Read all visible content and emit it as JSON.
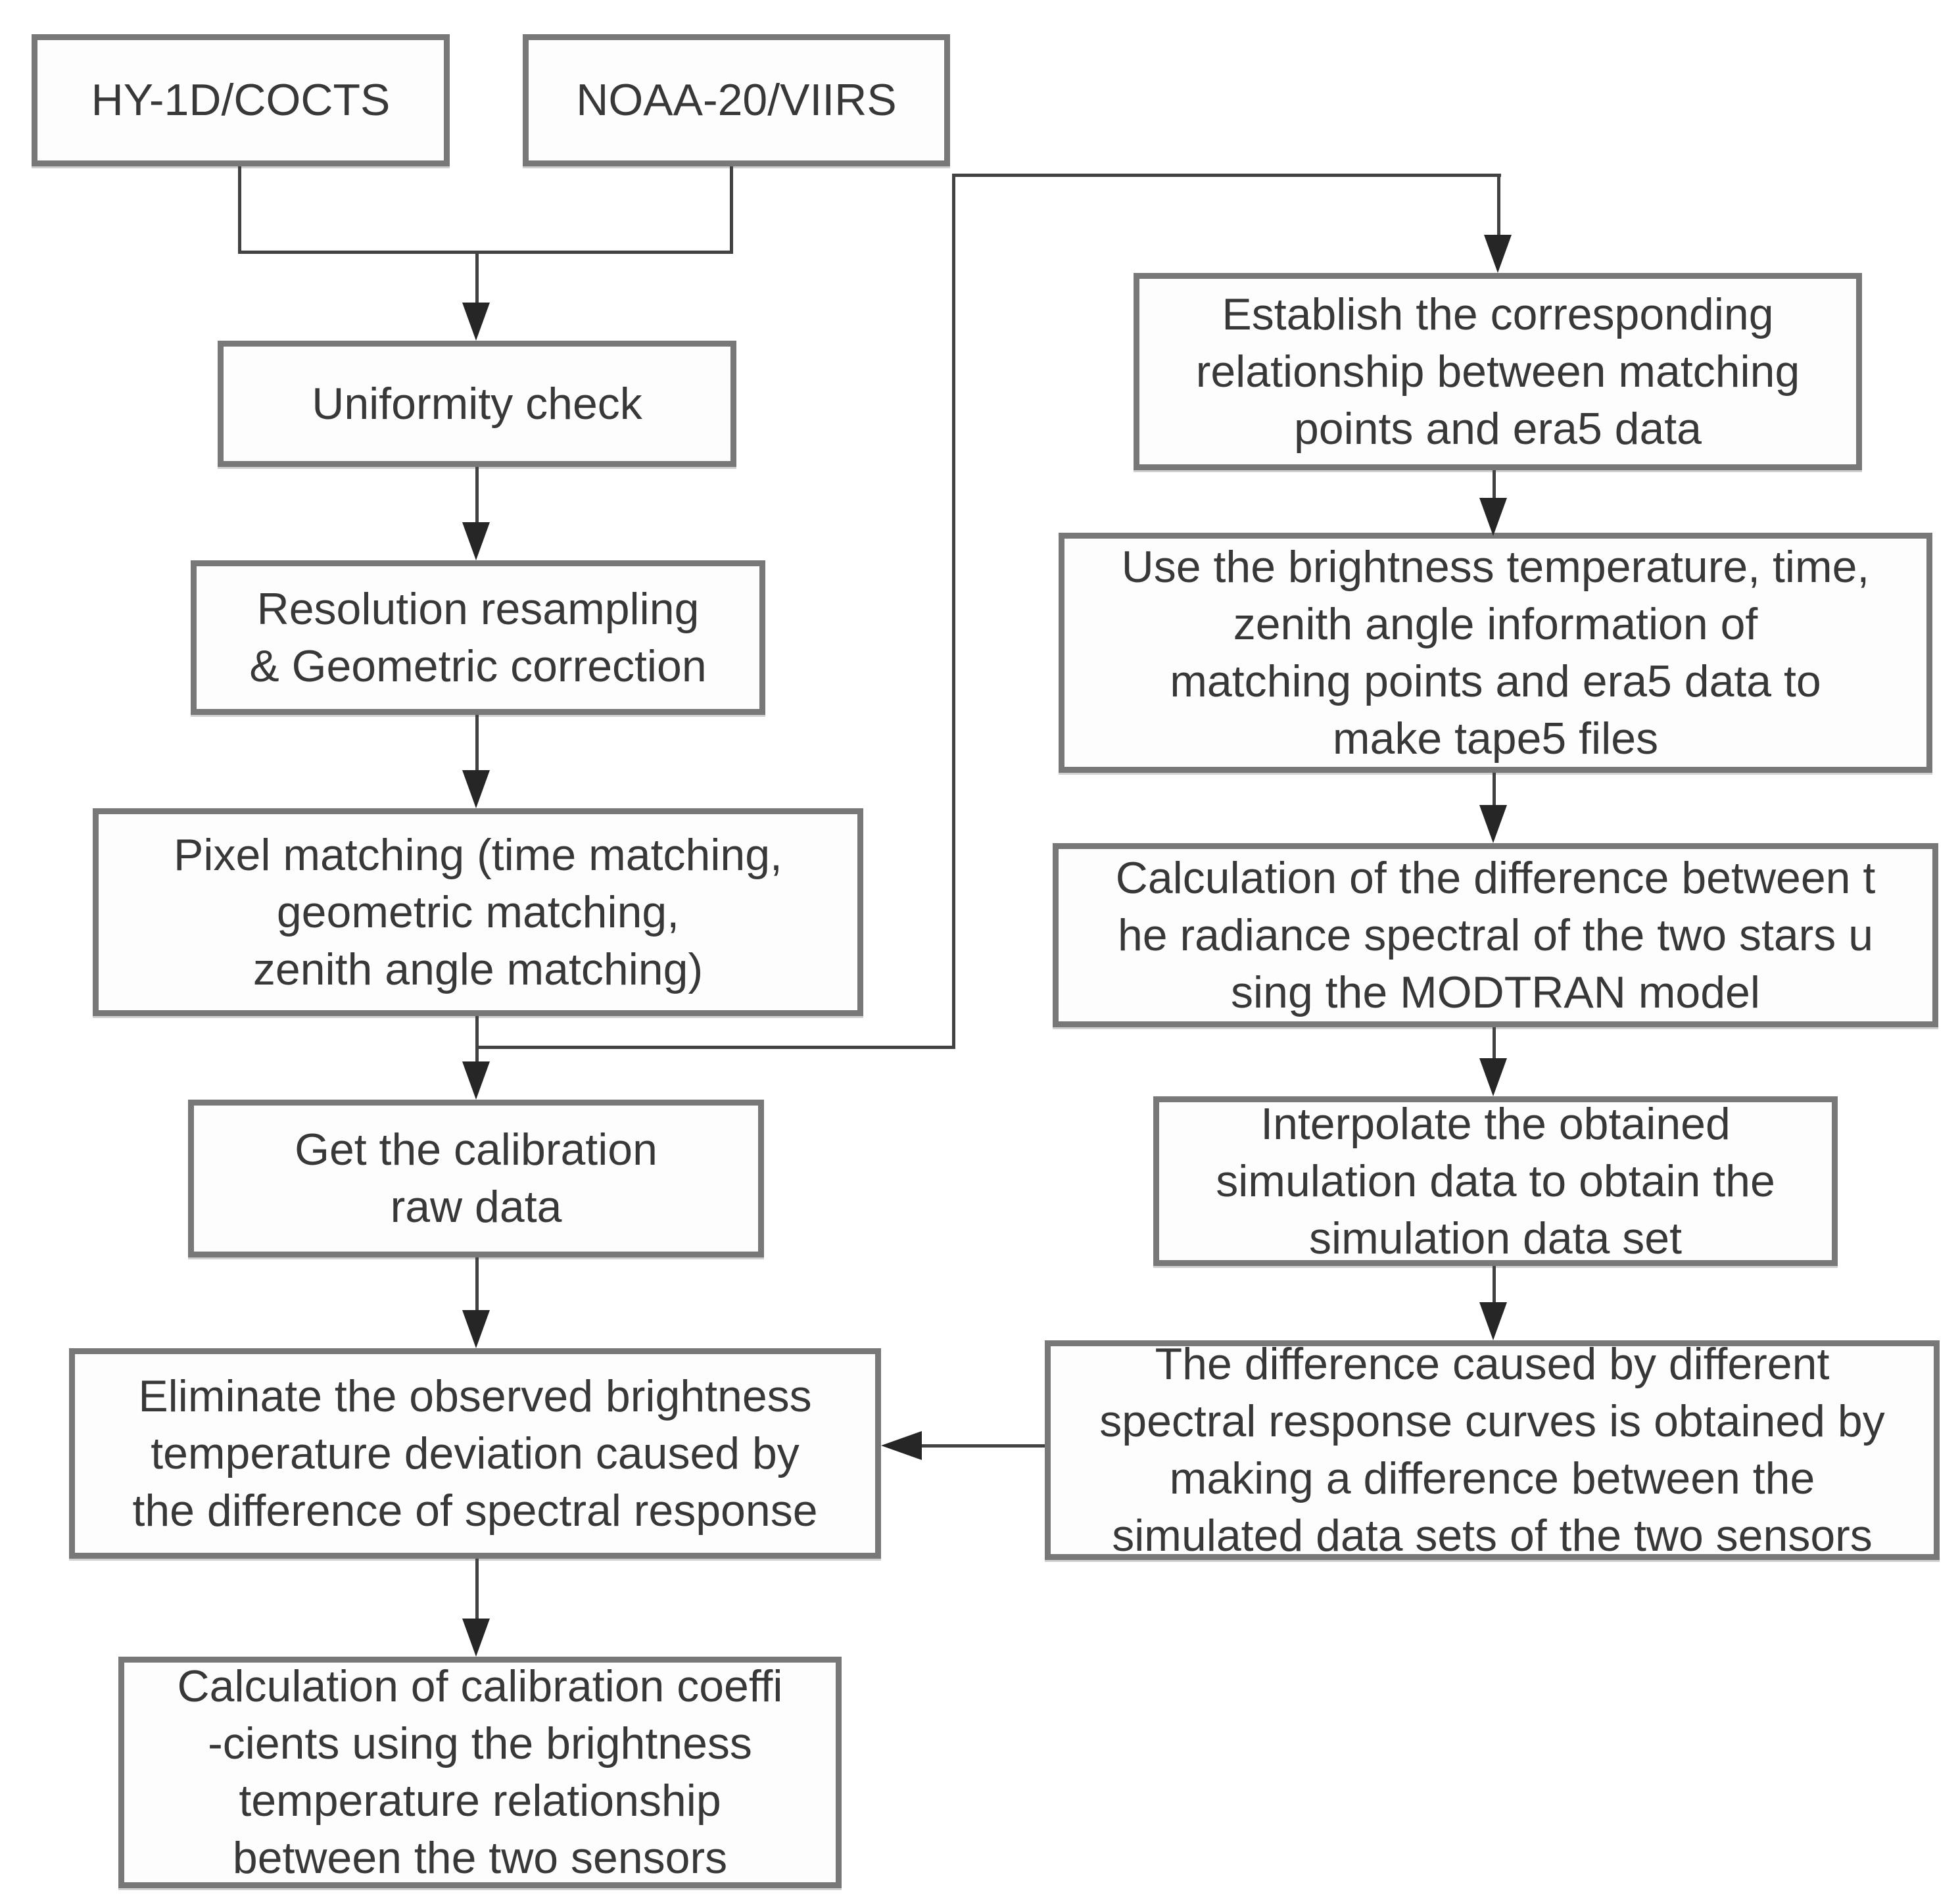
{
  "palette": {
    "background": "#ffffff",
    "box_fill": "#fdfdfd",
    "box_border": "#787878",
    "connector_line": "#424242",
    "arrowhead": "#262626",
    "text": "#383838"
  },
  "nodes": {
    "hy1d": {
      "label": "HY-1D/COCTS"
    },
    "noaa20": {
      "label": "NOAA-20/VIIRS"
    },
    "uniformity": {
      "label": "Uniformity check"
    },
    "resolution": {
      "label": [
        "Resolution resampling",
        "& Geometric correction"
      ]
    },
    "pixel_matching": {
      "label": [
        "Pixel matching (time matching,",
        "geometric matching,",
        "zenith angle matching)"
      ]
    },
    "get_raw": {
      "label": [
        "Get the calibration",
        "raw data"
      ]
    },
    "eliminate": {
      "label": [
        "Eliminate the observed brightness",
        "temperature deviation caused by",
        "the difference of spectral response"
      ]
    },
    "calc_coeff": {
      "label": [
        "Calculation of calibration coeffi",
        "-cients using the brightness",
        "temperature relationship",
        "between the two sensors"
      ]
    },
    "establish": {
      "label": [
        "Establish the corresponding",
        "relationship between matching",
        "points and era5 data"
      ]
    },
    "tape5": {
      "label": [
        "Use the brightness temperature, time,",
        "zenith angle information of",
        "matching points and era5 data to",
        "make tape5 files"
      ]
    },
    "modtran": {
      "label": [
        "Calculation of the difference between t",
        "he radiance spectral of the two stars u",
        "sing the MODTRAN model"
      ]
    },
    "interpolate": {
      "label": [
        "Interpolate the obtained",
        "simulation data to obtain the",
        "simulation data set"
      ]
    },
    "difference": {
      "label": [
        "The difference caused by different",
        "spectral response curves is obtained by",
        "making a difference between the",
        "simulated data sets of the two sensors"
      ]
    }
  }
}
